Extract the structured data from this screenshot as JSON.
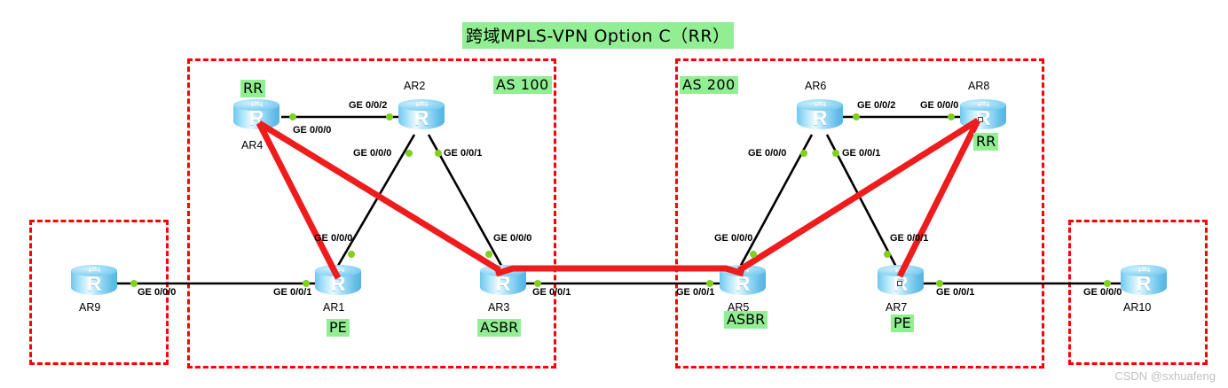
{
  "title": "跨域MPLS-VPN Option C（RR）",
  "watermark": "CSDN @sxhuafeng",
  "regions": [
    {
      "id": "as100",
      "label": "AS 100"
    },
    {
      "id": "as200",
      "label": "AS 200"
    },
    {
      "id": "ce-left",
      "label": ""
    },
    {
      "id": "ce-right",
      "label": ""
    }
  ],
  "routers": [
    {
      "id": "AR4",
      "name": "AR4",
      "role": "RR",
      "glyph": "R"
    },
    {
      "id": "AR2",
      "name": "AR2",
      "role": "",
      "glyph": "R"
    },
    {
      "id": "AR1",
      "name": "AR1",
      "role": "PE",
      "glyph": "R"
    },
    {
      "id": "AR3",
      "name": "AR3",
      "role": "ASBR",
      "glyph": "R"
    },
    {
      "id": "AR6",
      "name": "AR6",
      "role": "",
      "glyph": "R"
    },
    {
      "id": "AR8",
      "name": "AR8",
      "role": "RR",
      "glyph": "R"
    },
    {
      "id": "AR5",
      "name": "AR5",
      "role": "ASBR",
      "glyph": "R"
    },
    {
      "id": "AR7",
      "name": "AR7",
      "role": "PE",
      "glyph": "R"
    },
    {
      "id": "AR9",
      "name": "AR9",
      "role": "",
      "glyph": "R"
    },
    {
      "id": "AR10",
      "name": "AR10",
      "role": "",
      "glyph": "R"
    }
  ],
  "interfaces": {
    "ar4_to_ar2": "GE 0/0/0",
    "ar2_to_ar4": "GE 0/0/2",
    "ar2_to_ar1": "GE 0/0/0",
    "ar2_to_ar3": "GE 0/0/1",
    "ar1_to_ar2": "GE 0/0/0",
    "ar3_to_ar2": "GE 0/0/0",
    "ar1_to_ar9": "GE 0/0/1",
    "ar9_to_ar1": "GE 0/0/0",
    "ar3_to_ar5": "GE 0/0/1",
    "ar5_to_ar3": "GE 0/0/1",
    "ar6_to_ar8": "GE 0/0/2",
    "ar8_to_ar6": "GE 0/0/0",
    "ar6_to_ar5": "GE 0/0/0",
    "ar6_to_ar7": "GE 0/0/1",
    "ar5_to_ar6": "GE 0/0/0",
    "ar7_to_ar6": "GE 0/0/1",
    "ar7_to_ar10": "GE 0/0/1",
    "ar10_to_ar7": "GE 0/0/0"
  },
  "tags": {
    "rr_as100": "RR",
    "rr_as200": "RR",
    "pe_as100": "PE",
    "pe_as200": "PE",
    "asbr_as100": "ASBR",
    "asbr_as200": "ASBR",
    "as100": "AS 100",
    "as200": "AS 200"
  },
  "colors": {
    "region_border": "#ff0000",
    "link": "#000000",
    "highlight_link": "#ee1c1c",
    "port_dot": "#7fd01f",
    "tag_bg": "#92ee92",
    "router_body": "#8fd6f4"
  }
}
